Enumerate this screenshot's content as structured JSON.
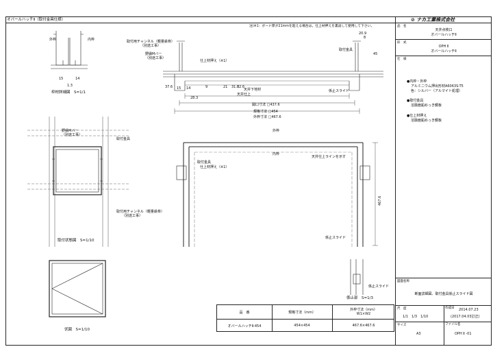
{
  "header": {
    "title": "オバールハッチⅡ（取付金具仕様）",
    "logo_text": "ナカ工業株式会社"
  },
  "note": "注)※1：ボード厚が21mmを超える場合は，仕上材押えを裏返して使用して下さい。",
  "titleblock": {
    "hinmei_label": "品　名",
    "hinmei_1": "天井点検口",
    "hinmei_2": "オバールハッチⅡ",
    "katashiki_label": "形　式",
    "katashiki_1": "OPH Ⅱ",
    "katashiki_2": "オバールハッチⅡ",
    "shiyo_label": "仕　様",
    "spec_1_title": "●内枠・外枠",
    "spec_1_a": "アルミニウム押出形材A6063S-T5",
    "spec_1_b": "色：シルバー（アルマイト処理）",
    "spec_2_title": "●取付金具",
    "spec_2_a": "溶融亜鉛めっき鋼板",
    "spec_3_title": "●仕上材押え",
    "spec_3_a": "溶融亜鉛めっき鋼板",
    "zumen_label": "図面名称",
    "zumen_name": "断面詳細図、取付金具係止スライド図",
    "shakudo_label": "尺　度",
    "shakudo_val": "1/1　1/3　1/10",
    "sakusei_label": "作成日",
    "sakusei_val": "2014.07.23",
    "kaitei_val": "(2017.04.03訂正)",
    "size_label": "サイズ",
    "size_val": "A3",
    "file_label": "ファイル名",
    "file_val": "OPH Ⅱ -01"
  },
  "table": {
    "h1": "品　番",
    "h2": "規格寸法（mm）",
    "h3a": "外枠寸法（mm）",
    "h3b": "W1×W2",
    "r1": "オバールハッチⅡ-454",
    "r2": "454×454",
    "r3": "467.6×467.6"
  },
  "views": {
    "frame_detail": "枠材詳細図　S=1/1",
    "install": "取付状態図　S=1/10",
    "plan": "伏図　S=1/10",
    "stopper": "係止部　S=1/3"
  },
  "labels": {
    "outer": "外枠",
    "inner": "内枠",
    "dim15": "15",
    "dim14": "14",
    "dim13": "1.3",
    "channel": "取付用チャンネル（軽量鉄骨）",
    "channel2": "（別途工事）",
    "mbar": "野縁Mバー",
    "mbar2": "（別途工事）",
    "bracket": "取付金具",
    "finish_press": "仕上材押え（※1）",
    "ceiling_board": "天井下地材",
    "finish": "天井仕上",
    "stop_slide": "係止スライド",
    "d1": "開口寸法 □437.6",
    "d2": "規格寸法 □454",
    "d3": "外枠寸法 □467.6",
    "dimA": "20.9",
    "dimB": "8",
    "dimC": "45",
    "dimD": "37.6",
    "dimE": "15",
    "dimF": "14",
    "dimG": "28.3",
    "dimH": "9",
    "dimI": "21",
    "dimJ": "31.6",
    "dimK": "32.6",
    "ceiling_line": "天井仕上ラインを示す",
    "mbar_v": "野縁Mバー",
    "mbar_v2": "（別途工事）",
    "bracket_v": "取付金具",
    "channel_v": "取付用チャンネル（軽量鉄骨）",
    "channel_v2": "（別途工事）",
    "dim467": "467.6"
  },
  "colors": {
    "line": "#222222",
    "light": "#888888"
  }
}
